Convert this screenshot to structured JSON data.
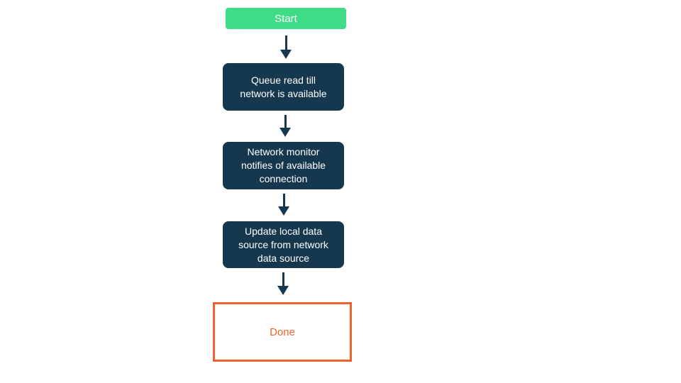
{
  "flow": {
    "nodes": [
      {
        "id": "start",
        "type": "start",
        "label": "Start"
      },
      {
        "id": "queue-read",
        "type": "step",
        "label": "Queue read till network is available"
      },
      {
        "id": "network-monitor",
        "type": "step",
        "label": "Network monitor notifies of available connection"
      },
      {
        "id": "update-local",
        "type": "step",
        "label": "Update local data source from network data source"
      },
      {
        "id": "done",
        "type": "end",
        "label": "Done"
      }
    ],
    "colors": {
      "start_fill": "#3edc87",
      "step_fill": "#16384e",
      "arrow": "#16384e",
      "end_border": "#f0632f",
      "end_text": "#f0632f",
      "text_on_fill": "#ffffff",
      "background": "#ffffff"
    }
  }
}
